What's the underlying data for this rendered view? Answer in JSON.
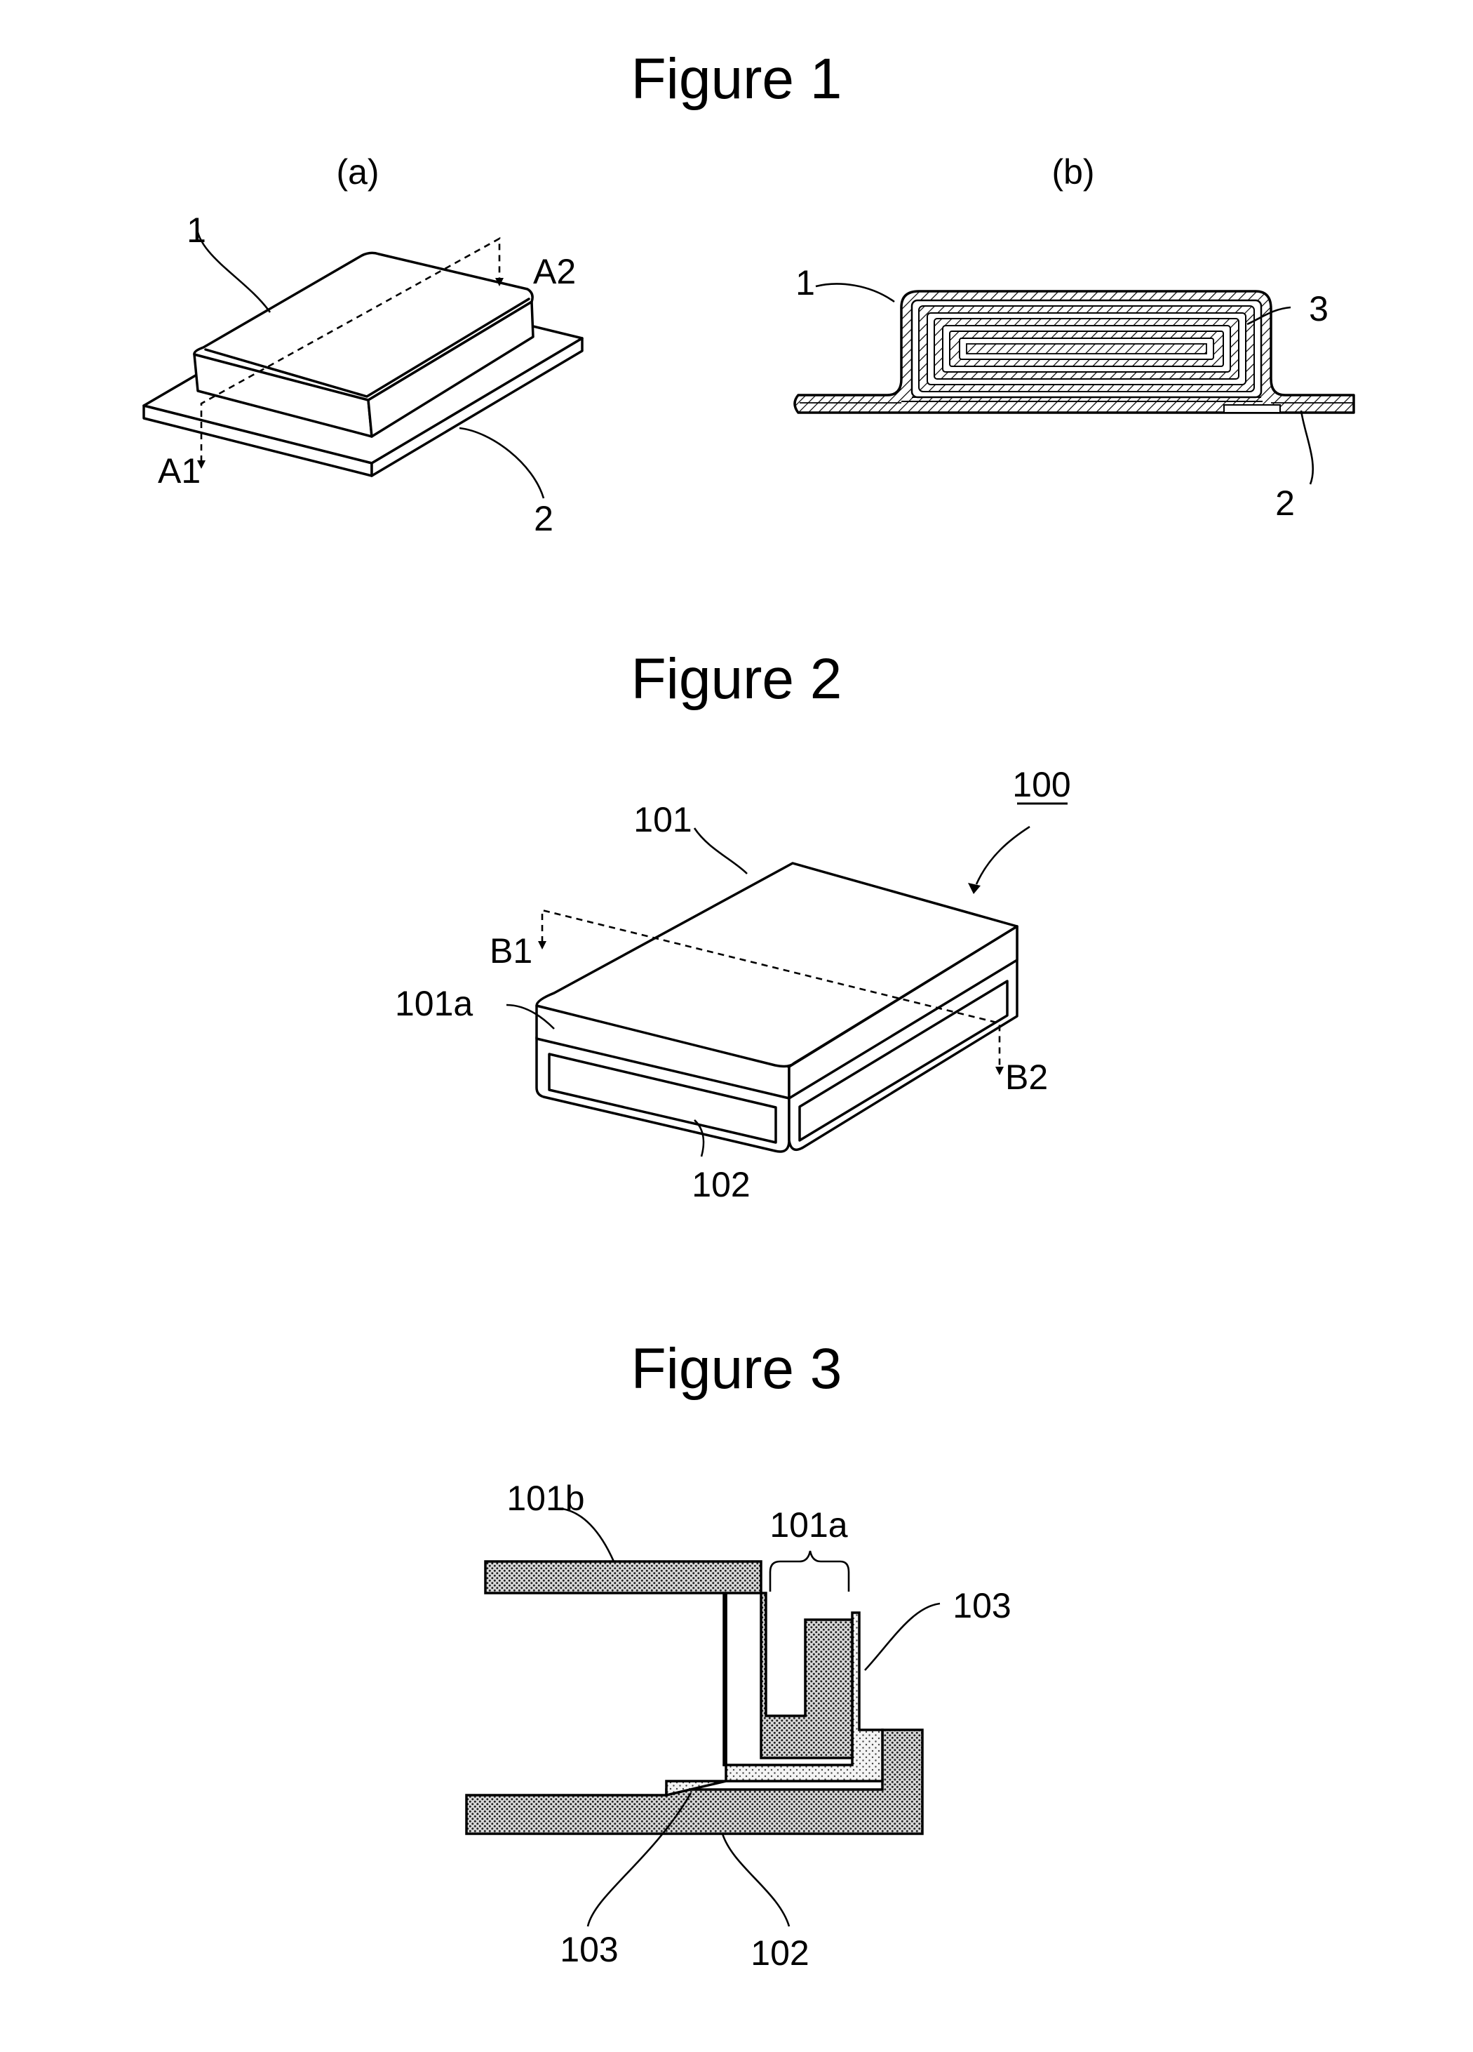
{
  "figure1": {
    "title": "Figure 1",
    "panel_a": {
      "caption": "(a)",
      "labels": {
        "pouch": "1",
        "sheet": "2",
        "cut_start": "A1",
        "cut_end": "A2"
      }
    },
    "panel_b": {
      "caption": "(b)",
      "labels": {
        "pouch": "1",
        "sheet": "2",
        "electrode": "3"
      }
    }
  },
  "figure2": {
    "title": "Figure 2",
    "labels": {
      "assembly": "100",
      "cover": "101",
      "cover_side": "101a",
      "tray": "102",
      "cut_start": "B1",
      "cut_end": "B2"
    }
  },
  "figure3": {
    "title": "Figure 3",
    "labels": {
      "cover_top": "101b",
      "cover_side": "101a",
      "adhesive_right": "103",
      "adhesive_bottom": "103",
      "tray": "102"
    }
  }
}
